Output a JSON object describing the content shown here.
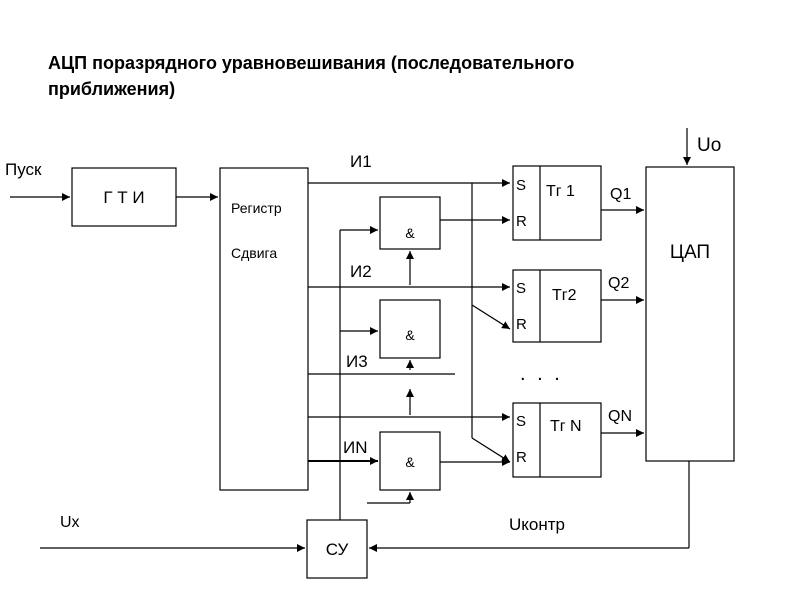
{
  "title": {
    "line1": "АЦП поразрядного уравновешивания (последовательного",
    "line2": "приближения)"
  },
  "labels": {
    "start": "Пуск",
    "gti": "Г Т И",
    "register_line1": "Регистр",
    "register_line2": "Сдвига",
    "i1": "И1",
    "i2": "И2",
    "i3": "И3",
    "in": "ИN",
    "and_symbol": "&",
    "s": "S",
    "r": "R",
    "tg1": "Тг 1",
    "tg2": "Тг2",
    "tgn": "Тг N",
    "q1": "Q1",
    "q2": "Q2",
    "qn": "QN",
    "dac": "ЦАП",
    "u0": "Uо",
    "ux": "Ux",
    "ucontr": "Uконтр",
    "su": "СУ",
    "ellipsis": ". . ."
  }
}
